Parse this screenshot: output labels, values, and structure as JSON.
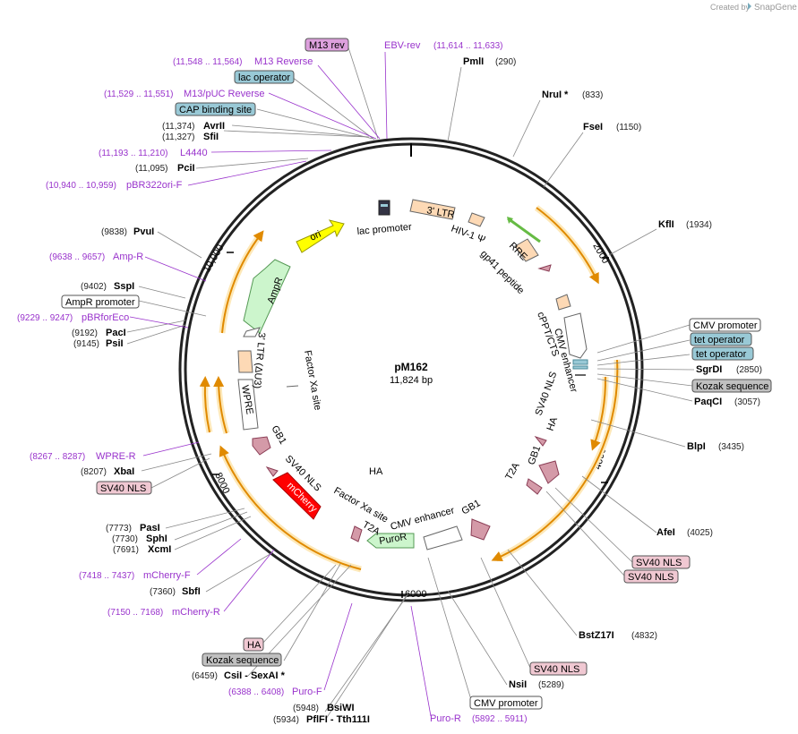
{
  "brand": {
    "prefix": "Created by",
    "name": "SnapGene"
  },
  "plasmid": {
    "name": "pM162",
    "length_label": "11,824 bp"
  },
  "ticks": [
    "2000",
    "4000",
    "6000",
    "8000",
    "10,000"
  ],
  "enzymes": [
    {
      "name": "PmlI",
      "pos": "(290)"
    },
    {
      "name": "NruI *",
      "pos": "(833)"
    },
    {
      "name": "FseI",
      "pos": "(1150)"
    },
    {
      "name": "KflI",
      "pos": "(1934)"
    },
    {
      "name": "SgrDI",
      "pos": "(2850)"
    },
    {
      "name": "PaqCI",
      "pos": "(3057)"
    },
    {
      "name": "BlpI",
      "pos": "(3435)"
    },
    {
      "name": "AfeI",
      "pos": "(4025)"
    },
    {
      "name": "BstZ17I",
      "pos": "(4832)"
    },
    {
      "name": "NsiI",
      "pos": "(5289)"
    },
    {
      "name": "BsiWI",
      "pos": "(5948)"
    },
    {
      "name": "PflFI  - Tth111I",
      "pos": "(5934)"
    },
    {
      "name": "CsiI  - SexAI *",
      "pos": "(6459)"
    },
    {
      "name": "SbfI",
      "pos": "(7360)"
    },
    {
      "name": "XcmI",
      "pos": "(7691)"
    },
    {
      "name": "SphI",
      "pos": "(7730)"
    },
    {
      "name": "PasI",
      "pos": "(7773)"
    },
    {
      "name": "XbaI",
      "pos": "(8207)"
    },
    {
      "name": "PsiI",
      "pos": "(9145)"
    },
    {
      "name": "PacI",
      "pos": "(9192)"
    },
    {
      "name": "SspI",
      "pos": "(9402)"
    },
    {
      "name": "PvuI",
      "pos": "(9838)"
    },
    {
      "name": "PciI",
      "pos": "(11,095)"
    },
    {
      "name": "SfiI",
      "pos": "(11,327)"
    },
    {
      "name": "AvrII",
      "pos": "(11,374)"
    }
  ],
  "primers": [
    {
      "name": "EBV-rev",
      "range": "(11,614 .. 11,633)"
    },
    {
      "name": "M13 Reverse",
      "range": "(11,548 .. 11,564)"
    },
    {
      "name": "M13/pUC Reverse",
      "range": "(11,529 .. 11,551)"
    },
    {
      "name": "L4440",
      "range": "(11,193 .. 11,210)"
    },
    {
      "name": "pBR322ori-F",
      "range": "(10,940 .. 10,959)"
    },
    {
      "name": "Amp-R",
      "range": "(9638 .. 9657)"
    },
    {
      "name": "pBRforEco",
      "range": "(9229 .. 9247)"
    },
    {
      "name": "WPRE-R",
      "range": "(8267 .. 8287)"
    },
    {
      "name": "mCherry-F",
      "range": "(7418 .. 7437)"
    },
    {
      "name": "mCherry-R",
      "range": "(7150 .. 7168)"
    },
    {
      "name": "Puro-F",
      "range": "(6388 .. 6408)"
    },
    {
      "name": "Puro-R",
      "range": "(5892 .. 5911)"
    }
  ],
  "boxed_features": [
    {
      "name": "M13 rev",
      "color": "#dda0dd"
    },
    {
      "name": "lac operator",
      "color": "#99c9d6"
    },
    {
      "name": "CAP binding site",
      "color": "#99c9d6"
    },
    {
      "name": "AmpR promoter",
      "color": "#ffffff"
    },
    {
      "name": "SV40 NLS",
      "color": "#f0c8d2"
    },
    {
      "name": "CMV promoter",
      "color": "#ffffff"
    },
    {
      "name": "tet operator",
      "color": "#99c9d6"
    },
    {
      "name": "tet operator",
      "color": "#99c9d6"
    },
    {
      "name": "Kozak sequence",
      "color": "#c0c0c0"
    },
    {
      "name": "SV40 NLS",
      "color": "#f0c8d2"
    },
    {
      "name": "SV40 NLS",
      "color": "#f0c8d2"
    },
    {
      "name": "SV40 NLS",
      "color": "#f0c8d2"
    },
    {
      "name": "CMV promoter",
      "color": "#ffffff"
    },
    {
      "name": "HA",
      "color": "#f0c8d2"
    },
    {
      "name": "Kozak sequence",
      "color": "#c0c0c0"
    }
  ],
  "inner_features": [
    "3' LTR",
    "HIV-1 Ψ",
    "RRE",
    "gp41 peptide",
    "cPPT/CTS",
    "CMV enhancer",
    "SV40 NLS",
    "HA",
    "GB1",
    "T2A",
    "GB1",
    "CMV enhancer",
    "PuroR",
    "T2A",
    "Factor Xa site",
    "HA",
    "mCherry",
    "SV40 NLS",
    "GB1",
    "WPRE",
    "3' LTR (ΔU3)",
    "Factor Xa site",
    "AmpR",
    "ori",
    "lac promoter"
  ],
  "colors": {
    "orf_arrow": "#e08a00",
    "orf_glow": "#fde8b8",
    "ltr": "#fdd9b5",
    "ori": "#ffff00",
    "ampr": "#ccf5cc",
    "mcherry": "#ff0000",
    "gb1": "#d49aa8",
    "rre_green": "#66bb44",
    "primer": "#9933cc",
    "tet": "#99c9d6"
  }
}
